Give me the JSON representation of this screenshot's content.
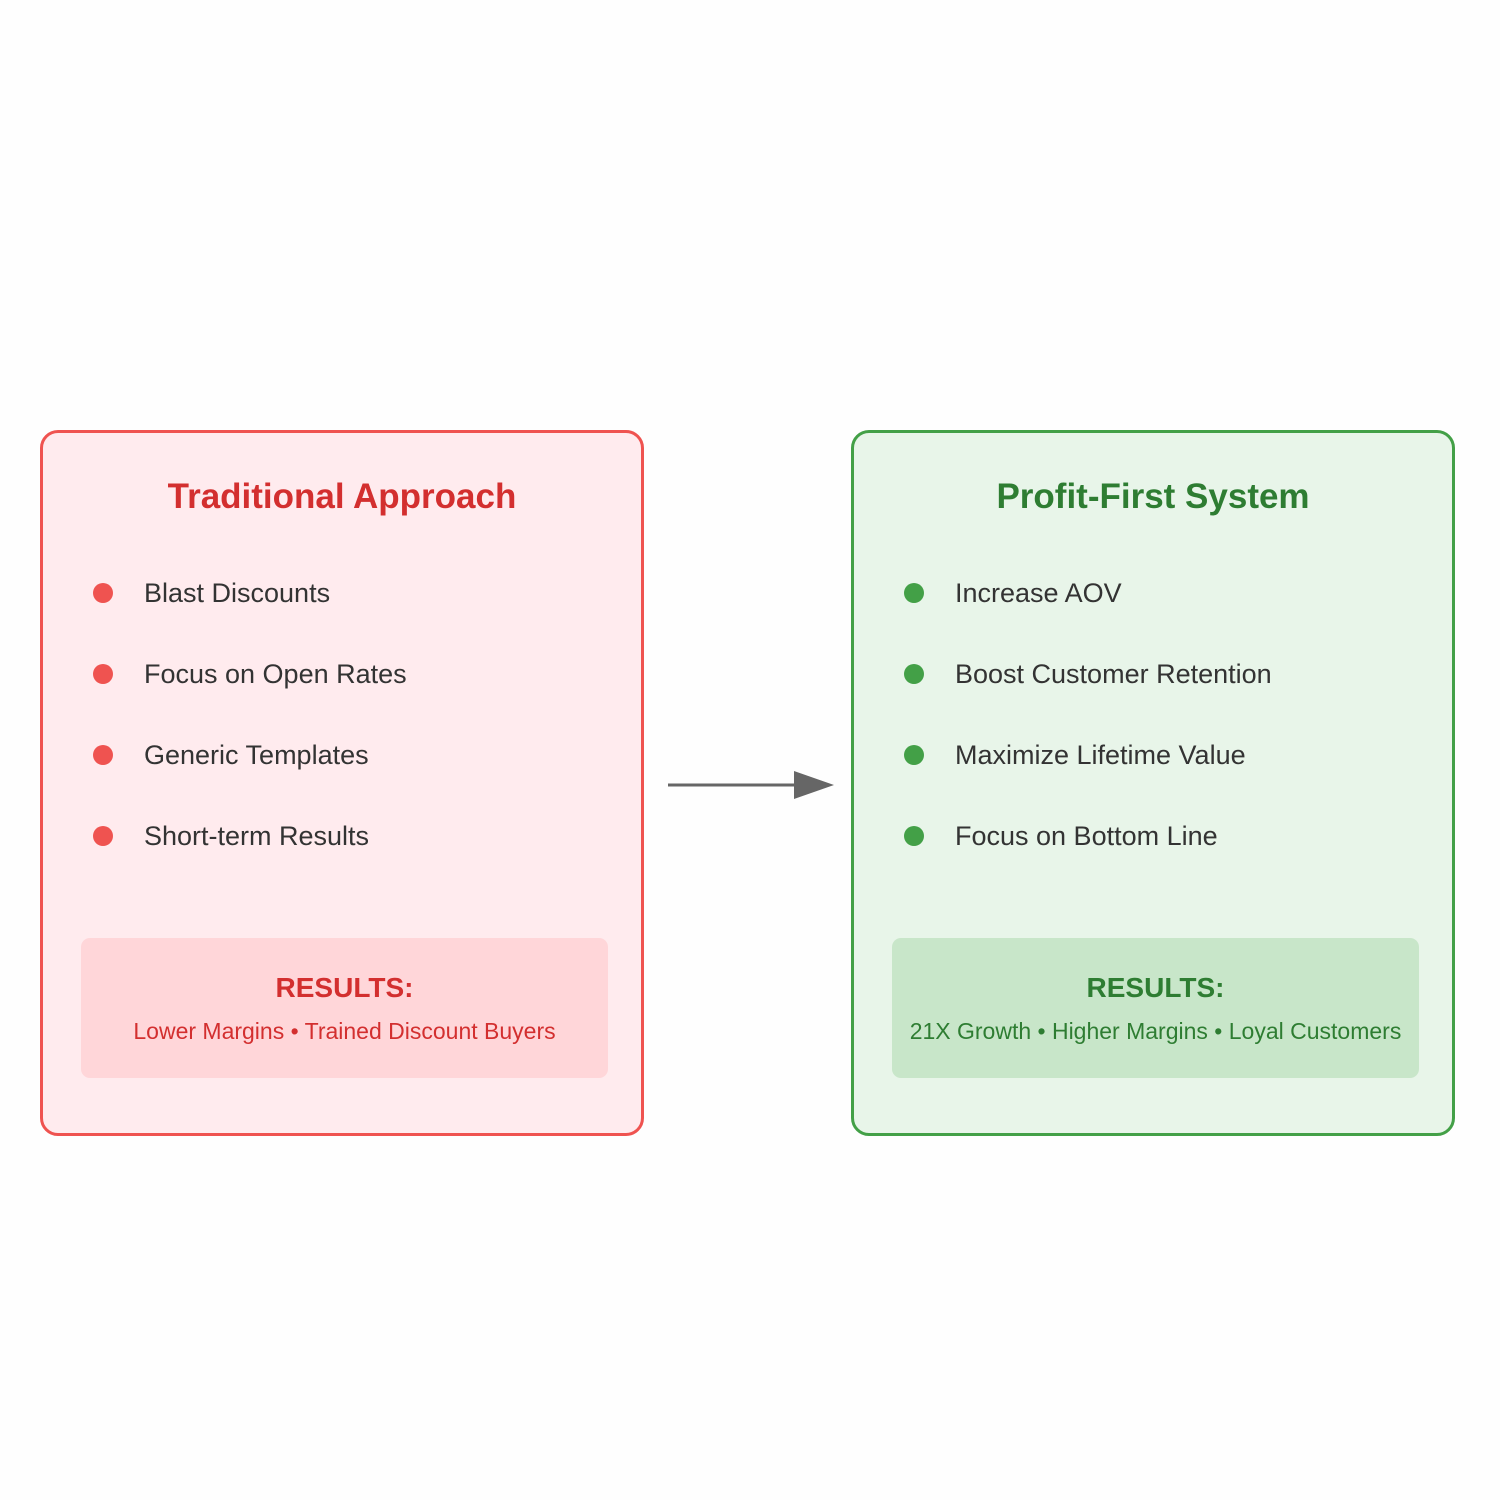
{
  "traditional": {
    "title": "Traditional Approach",
    "items": [
      "Blast Discounts",
      "Focus on Open Rates",
      "Generic Templates",
      "Short-term Results"
    ],
    "results_label": "RESULTS:",
    "results_text": "Lower Margins • Trained Discount Buyers",
    "color": "#ef5350"
  },
  "profit_first": {
    "title": "Profit-First System",
    "items": [
      "Increase AOV",
      "Boost Customer Retention",
      "Maximize Lifetime Value",
      "Focus on Bottom Line"
    ],
    "results_label": "RESULTS:",
    "results_text": "21X Growth • Higher Margins • Loyal Customers",
    "color": "#43a047"
  },
  "arrow_icon": "arrow-right-icon"
}
